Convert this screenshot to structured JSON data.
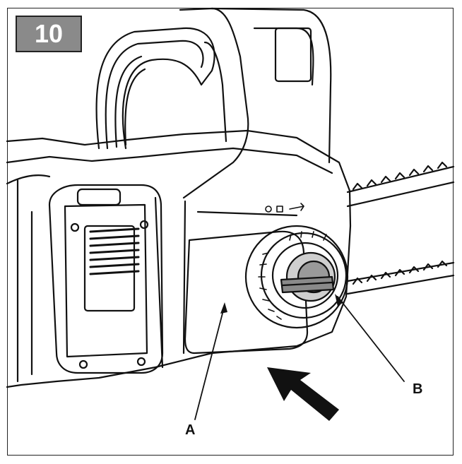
{
  "figure": {
    "step_number": "10",
    "label_a": "A",
    "label_b": "B",
    "icons": [
      "padlock-closed-icon",
      "padlock-open-icon",
      "arrow-direction-icon"
    ],
    "colors": {
      "line": "#111111",
      "badge": "#8a8a8a",
      "arrow": "#111111"
    }
  }
}
